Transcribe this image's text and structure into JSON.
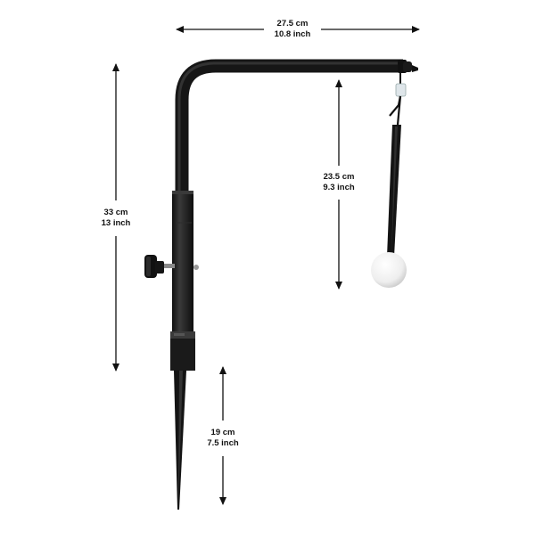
{
  "product": {
    "name": "golf swing trainer stand with ball",
    "colors": {
      "frame": "#1e1e1e",
      "frame_highlight": "#4a4a4a",
      "ball": "#f4f4f4",
      "arrow": "#111111",
      "background": "#ffffff"
    }
  },
  "dimensions": {
    "width": {
      "cm": "27.5 cm",
      "inch": "10.8 inch"
    },
    "total_height": {
      "cm": "33 cm",
      "inch": "13  inch"
    },
    "drop_length": {
      "cm": "23.5 cm",
      "inch": "9.3 inch"
    },
    "spike_length": {
      "cm": "19 cm",
      "inch": "7.5 inch"
    }
  }
}
